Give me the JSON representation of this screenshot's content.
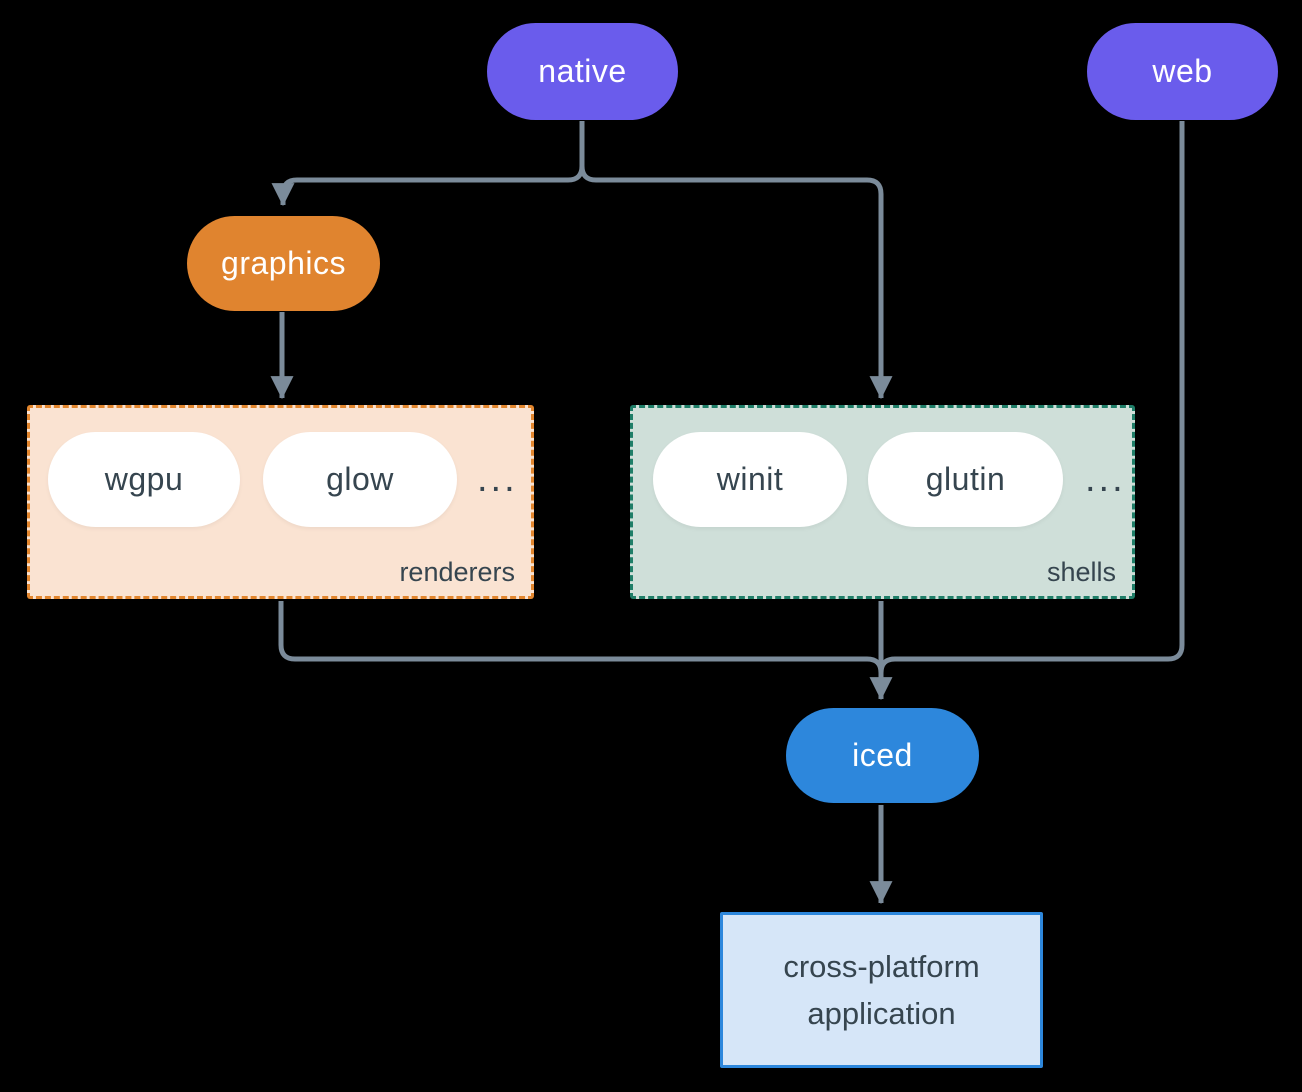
{
  "diagram": {
    "nodes": {
      "native": "native",
      "web": "web",
      "graphics": "graphics",
      "iced": "iced",
      "application": "cross-platform application"
    },
    "groups": {
      "renderers": {
        "label": "renderers",
        "items": [
          "wgpu",
          "glow",
          "..."
        ]
      },
      "shells": {
        "label": "shells",
        "items": [
          "winit",
          "glutin",
          "..."
        ]
      }
    },
    "colors": {
      "background": "#000000",
      "platform_node": "#6a5cec",
      "graphics_node": "#e0842f",
      "iced_node": "#2d87dc",
      "edge": "#7b8b9a",
      "renderers_fill": "#fae3d2",
      "renderers_border": "#e2862e",
      "shells_fill": "#cfdfd9",
      "shells_border": "#1f7e68",
      "application_fill": "#d6e6f8",
      "application_border": "#2d87dc",
      "white_pill_fill": "#ffffff",
      "pill_text": "#ffffff",
      "dark_text": "#36454f"
    }
  }
}
